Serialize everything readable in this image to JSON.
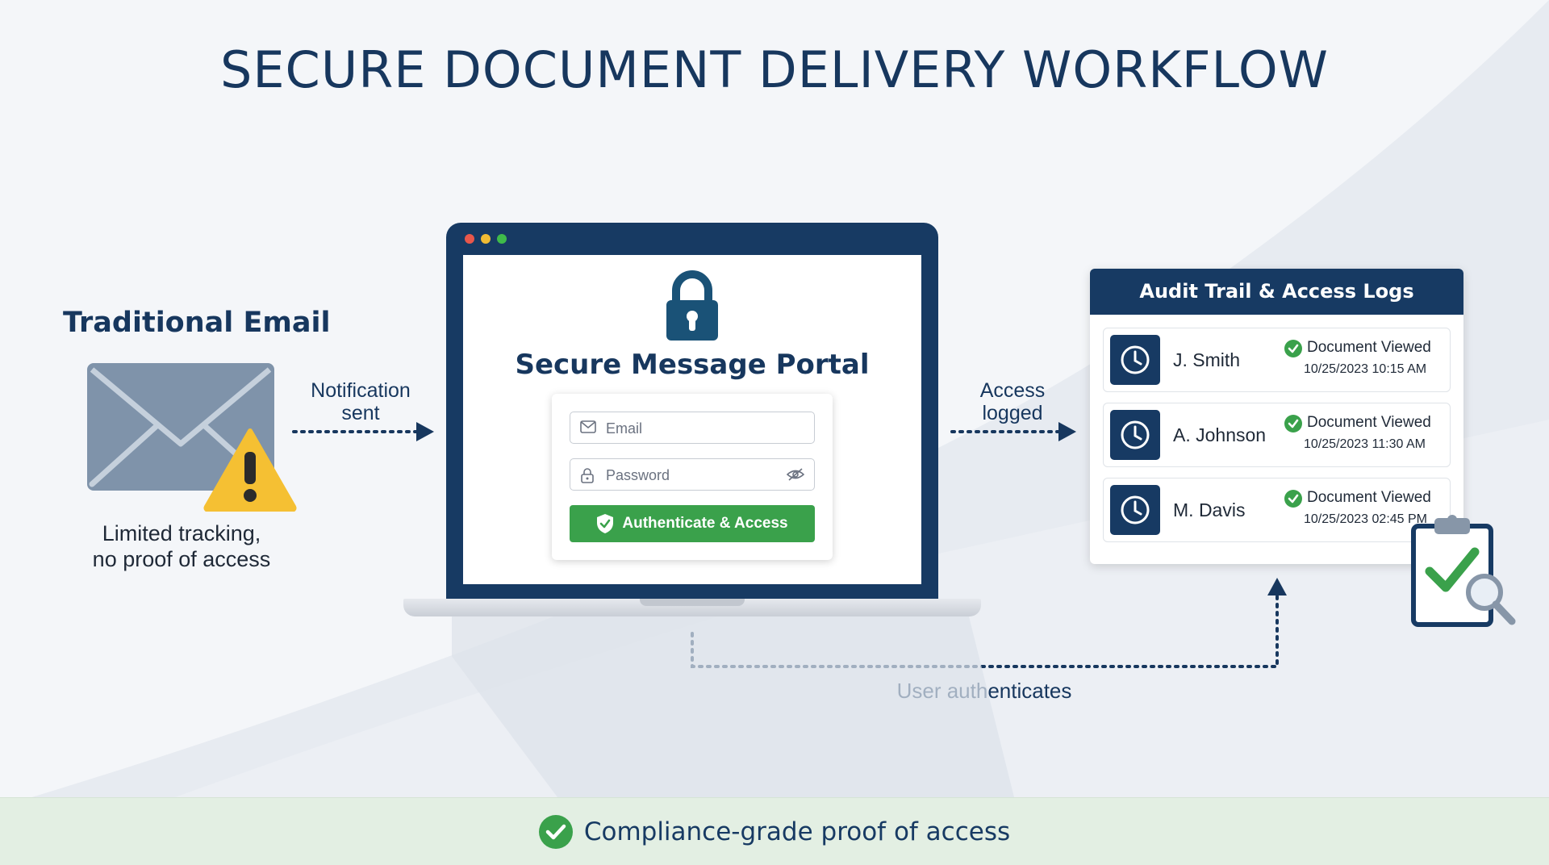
{
  "title": "SECURE DOCUMENT DELIVERY WORKFLOW",
  "traditional_email": {
    "heading": "Traditional Email",
    "caption_line1": "Limited tracking,",
    "caption_line2": "no proof of access"
  },
  "flow": {
    "notification_line1": "Notification",
    "notification_line2": "sent",
    "access_line1": "Access",
    "access_line2": "logged",
    "user_auth": "User authenticates"
  },
  "portal": {
    "title": "Secure Message Portal",
    "email_placeholder": "Email",
    "password_placeholder": "Password",
    "button_label": "Authenticate & Access"
  },
  "audit": {
    "heading": "Audit Trail & Access Logs",
    "rows": [
      {
        "name": "J. Smith",
        "status": "Document Viewed",
        "time": "10/25/2023 10:15 AM"
      },
      {
        "name": "A. Johnson",
        "status": "Document Viewed",
        "time": "10/25/2023 11:30 AM"
      },
      {
        "name": "M. Davis",
        "status": "Document Viewed",
        "time": "10/25/2023 02:45 PM"
      }
    ]
  },
  "footer": {
    "text": "Compliance-grade proof of access"
  },
  "colors": {
    "navy": "#173a63",
    "green": "#3aa14b",
    "warning": "#f5c033",
    "envelope": "#7f93aa",
    "footer_bg": "#e3efe3"
  },
  "icons": [
    "envelope-icon",
    "warning-icon",
    "padlock-icon",
    "mail-icon",
    "lock-icon",
    "eye-off-icon",
    "shield-check-icon",
    "clock-icon",
    "check-circle-icon",
    "clipboard-check-icon",
    "magnifier-icon"
  ]
}
